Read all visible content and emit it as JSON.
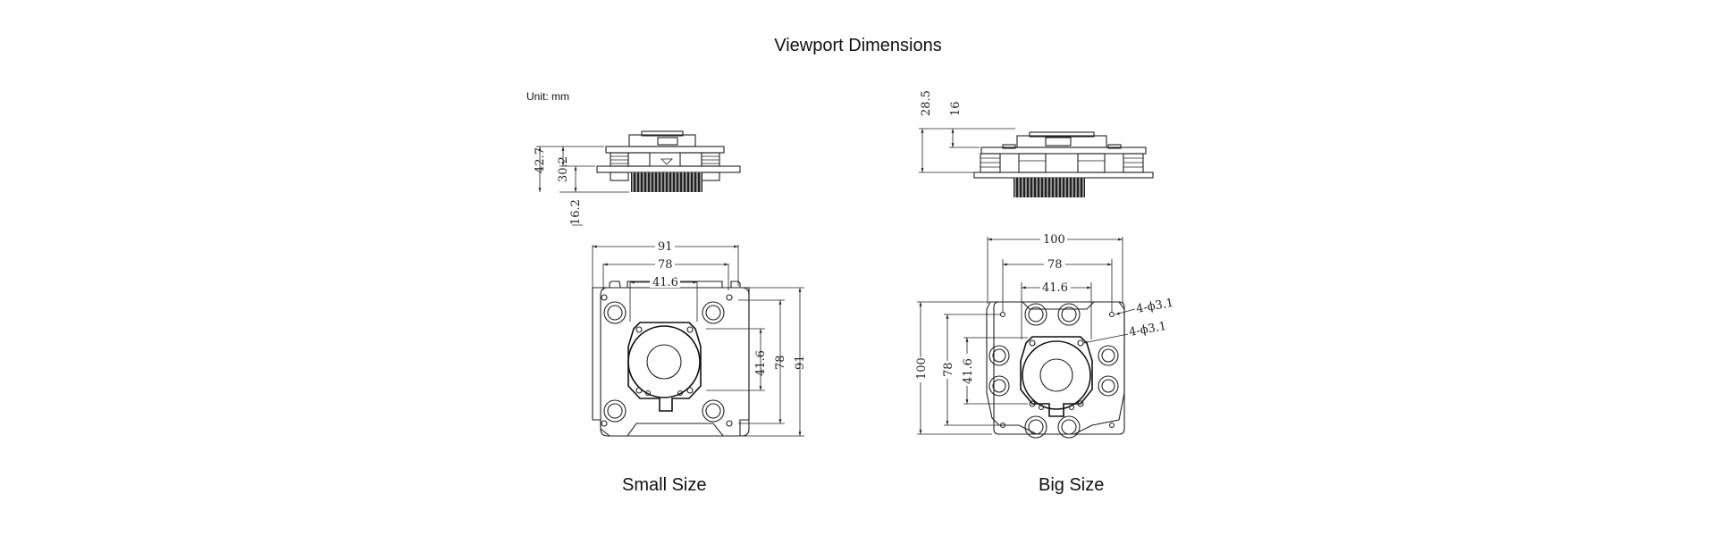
{
  "title": "Viewport Dimensions",
  "unit": "Unit: mm",
  "small": {
    "caption": "Small Size",
    "side_dims": [
      "42.7",
      "30.2",
      "16.2"
    ],
    "top_dims": [
      "91",
      "78",
      "41.6"
    ],
    "right_dims": [
      "41.6",
      "78",
      "91"
    ]
  },
  "big": {
    "caption": "Big Size",
    "side_dims": [
      "28.5",
      "16"
    ],
    "top_dims": [
      "100",
      "78",
      "41.6"
    ],
    "left_dims": [
      "100",
      "78",
      "41.6"
    ],
    "hole_labels": [
      "4-ϕ3.1",
      "4-ϕ3.1"
    ]
  }
}
